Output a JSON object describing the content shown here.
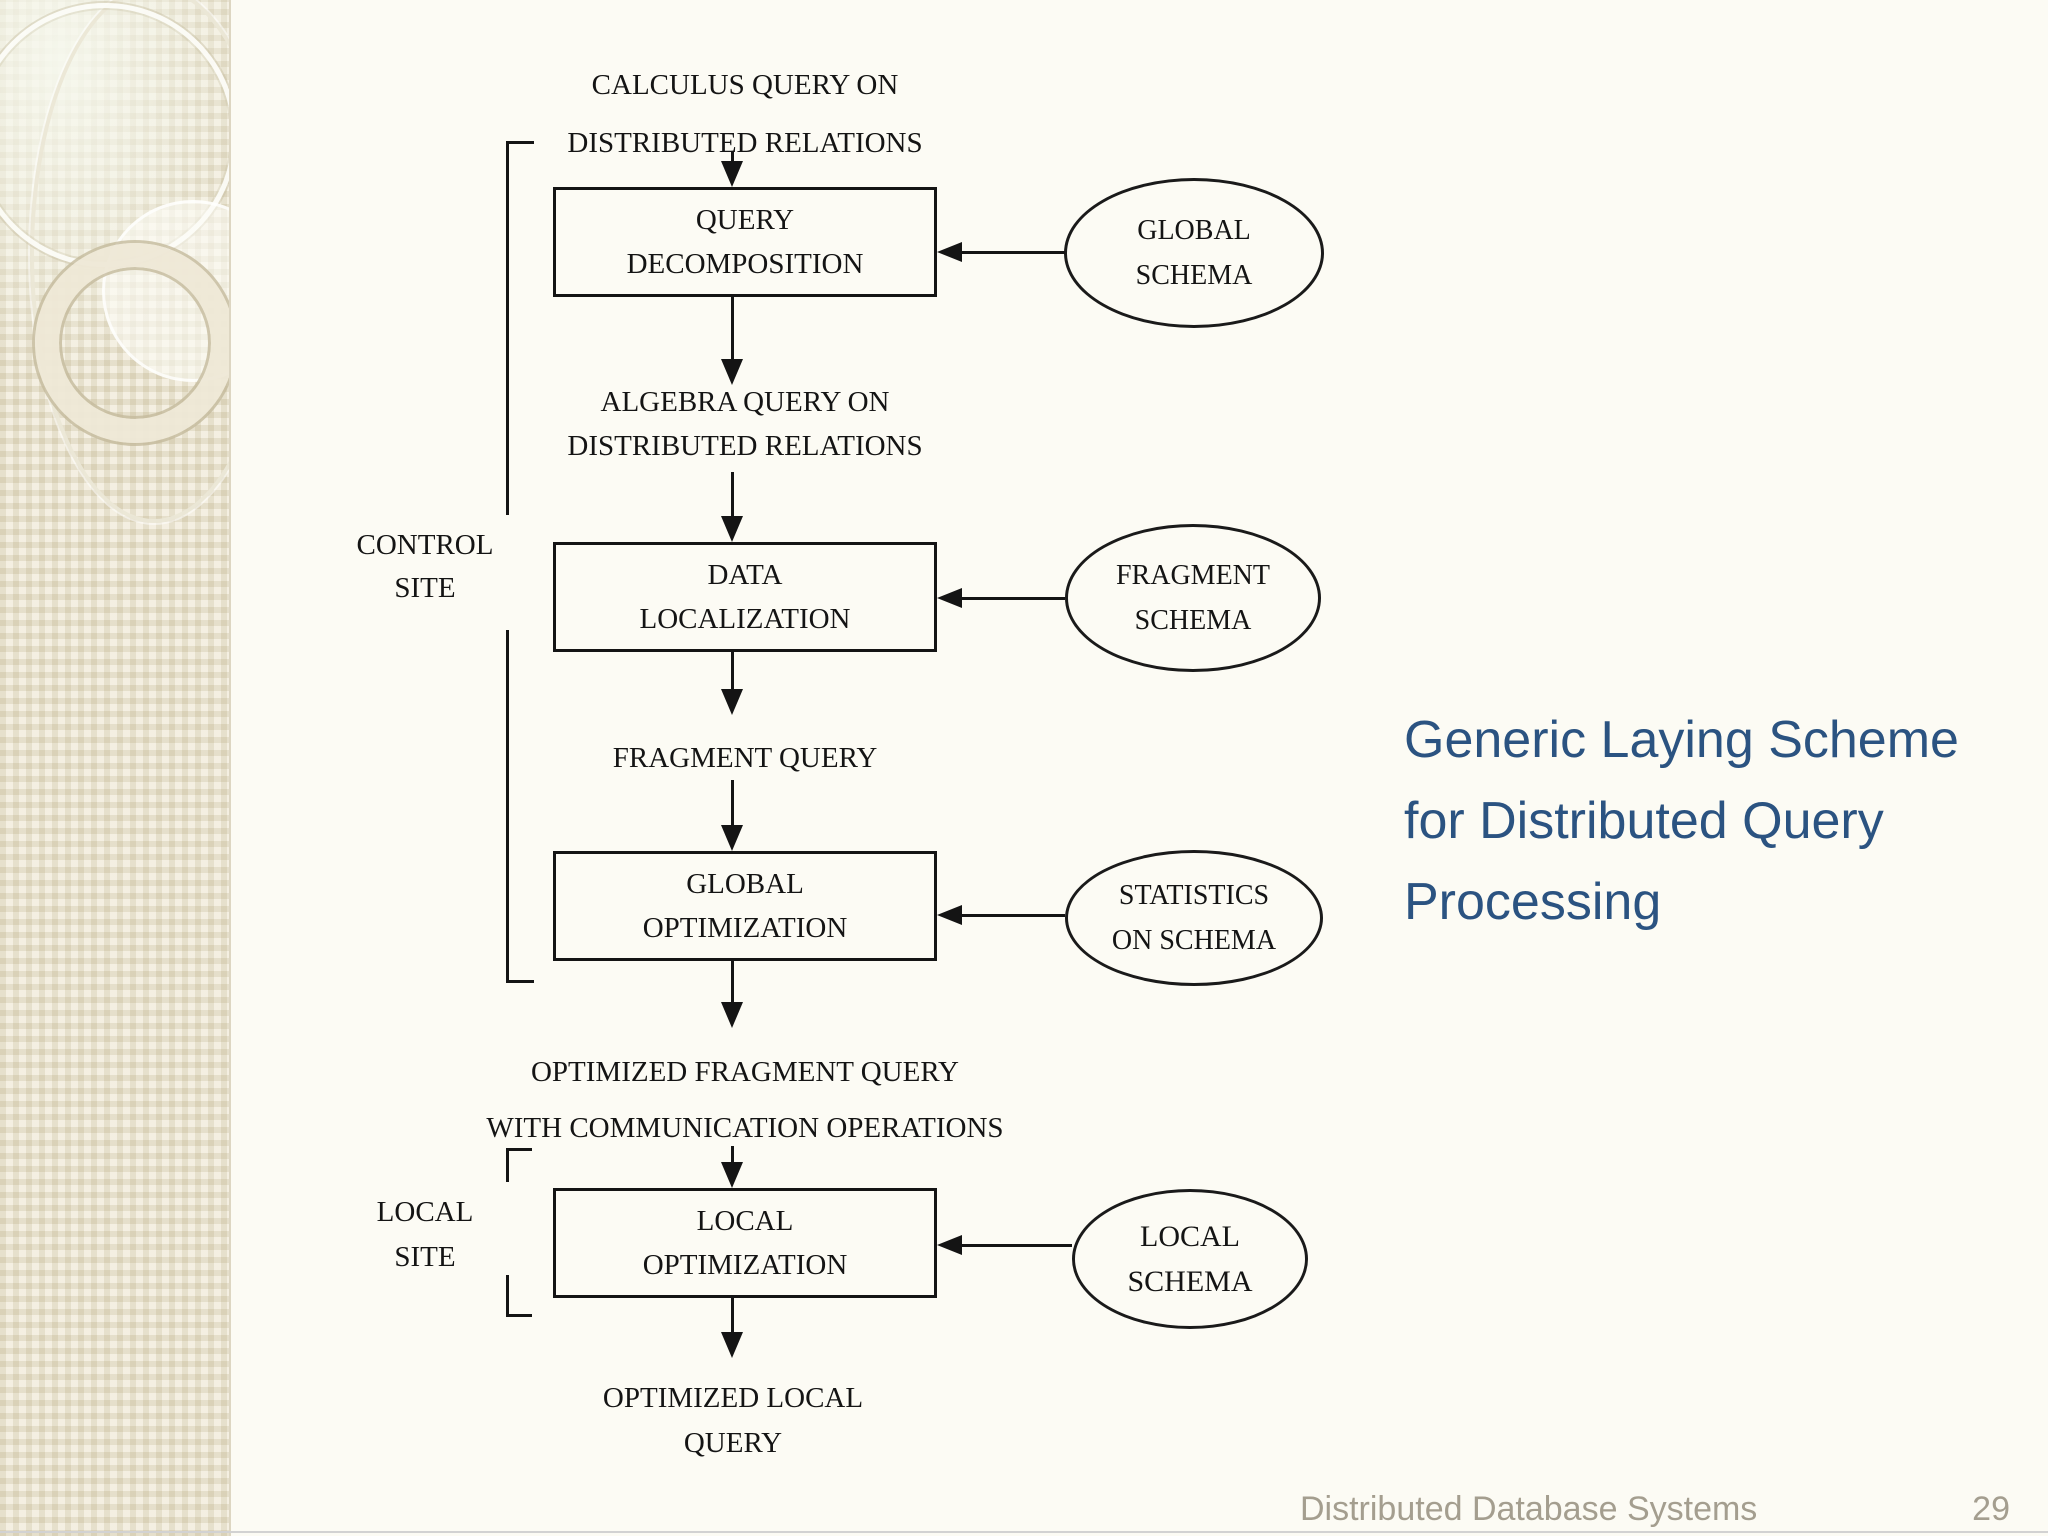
{
  "slide": {
    "background_color": "#fcfbf4",
    "sidebar_color": "#ebe5d3",
    "ink_color": "#141414",
    "title": {
      "full": "Generic Laying Scheme for Distributed Query Processing",
      "lines": [
        "Generic Laying Scheme",
        "for Distributed Query",
        "Processing"
      ],
      "color": "#2b5381"
    },
    "footer": {
      "course": "Distributed Database Systems",
      "page": "29",
      "color": "#a49e8f"
    }
  },
  "diagram": {
    "flow_labels": [
      {
        "lines": [
          "CALCULUS QUERY ON",
          "DISTRIBUTED RELATIONS"
        ]
      },
      {
        "lines": [
          "ALGEBRA QUERY ON",
          "DISTRIBUTED RELATIONS"
        ]
      },
      {
        "lines": [
          "FRAGMENT QUERY"
        ]
      },
      {
        "lines": [
          "OPTIMIZED FRAGMENT QUERY",
          "WITH COMMUNICATION OPERATIONS"
        ]
      },
      {
        "lines": [
          "OPTIMIZED LOCAL",
          "QUERY"
        ]
      }
    ],
    "stages": [
      {
        "lines": [
          "QUERY",
          "DECOMPOSITION"
        ]
      },
      {
        "lines": [
          "DATA",
          "LOCALIZATION"
        ]
      },
      {
        "lines": [
          "GLOBAL",
          "OPTIMIZATION"
        ]
      },
      {
        "lines": [
          "LOCAL",
          "OPTIMIZATION"
        ]
      }
    ],
    "schemas": [
      {
        "lines": [
          "GLOBAL",
          "SCHEMA"
        ]
      },
      {
        "lines": [
          "FRAGMENT",
          "SCHEMA"
        ]
      },
      {
        "lines": [
          "STATISTICS",
          "ON SCHEMA"
        ]
      },
      {
        "lines": [
          "LOCAL",
          "SCHEMA"
        ]
      }
    ],
    "sites": [
      {
        "lines": [
          "CONTROL",
          "SITE"
        ]
      },
      {
        "lines": [
          "LOCAL",
          "SITE"
        ]
      }
    ]
  }
}
